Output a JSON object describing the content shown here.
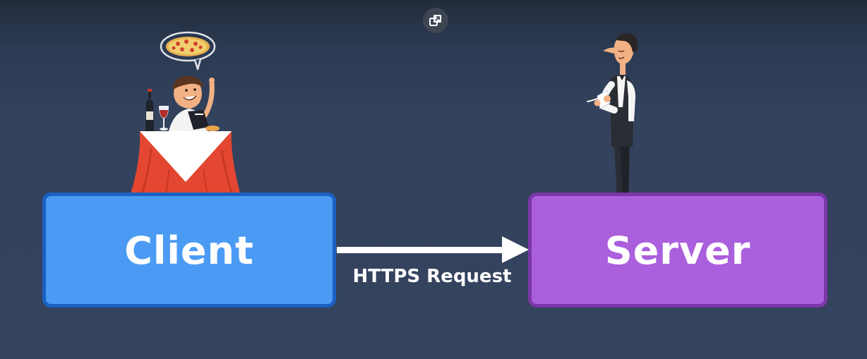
{
  "diagram": {
    "client_label": "Client",
    "server_label": "Server",
    "arrow_label": "HTTPS Request"
  },
  "colors": {
    "background": "#34435e",
    "client_fill": "#4b9bf4",
    "client_border": "#1b61c4",
    "server_fill": "#aa5fdc",
    "server_border": "#7b36a8",
    "arrow": "#ffffff"
  },
  "icons": {
    "popout_button": "popout-icon"
  }
}
